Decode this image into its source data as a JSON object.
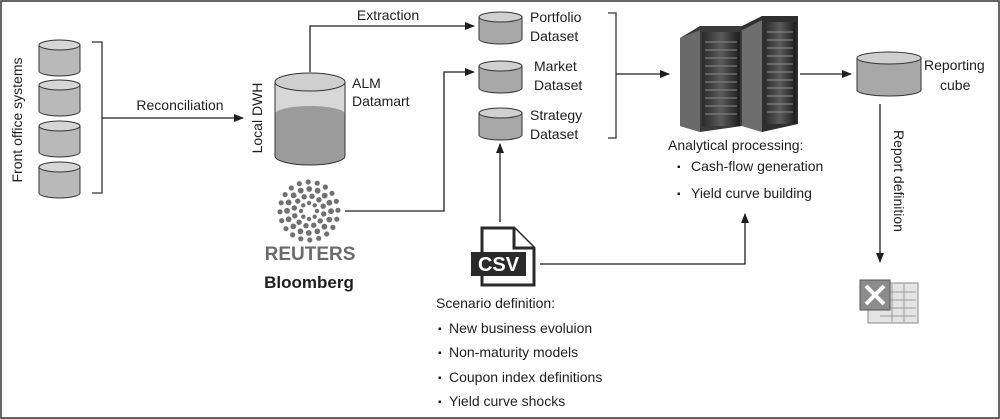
{
  "front_office": {
    "label": "Front office systems"
  },
  "reconciliation": {
    "label": "Reconciliation"
  },
  "local_dwh": {
    "label": "Local DWH"
  },
  "alm": {
    "line1": "ALM",
    "line2": "Datamart"
  },
  "extraction": {
    "label": "Extraction"
  },
  "datasets": {
    "portfolio": {
      "line1": "Portfolio",
      "line2": "Dataset"
    },
    "market": {
      "line1": "Market",
      "line2": "Dataset"
    },
    "strategy": {
      "line1": "Strategy",
      "line2": "Dataset"
    }
  },
  "providers": {
    "reuters": "REUTERS",
    "bloomberg": "Bloomberg"
  },
  "csv": {
    "label": "CSV"
  },
  "scenario": {
    "title": "Scenario definition:",
    "items": [
      "New business evoluion",
      "Non-maturity models",
      "Coupon index definitions",
      "Yield curve shocks"
    ]
  },
  "analytics": {
    "title": "Analytical processing:",
    "items": [
      "Cash-flow generation",
      "Yield curve building"
    ]
  },
  "reporting": {
    "line1": "Reporting",
    "line2": "cube"
  },
  "report_definition": {
    "label": "Report definition"
  },
  "bullet": "▪"
}
